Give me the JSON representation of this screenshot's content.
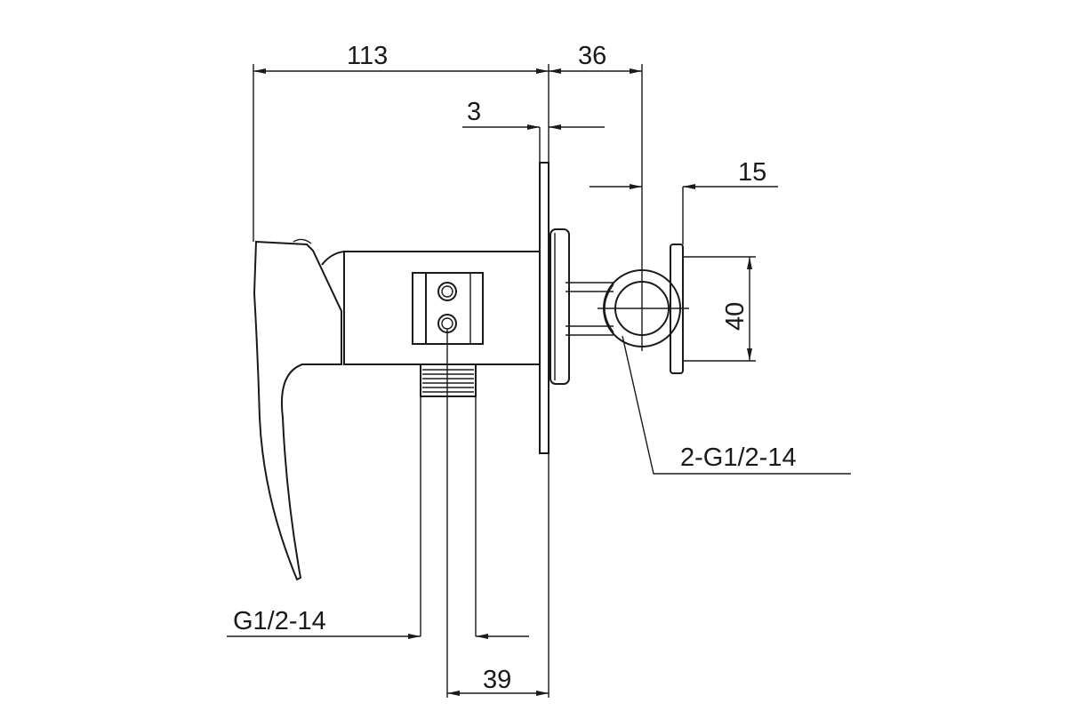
{
  "drawing": {
    "dimensions": {
      "overall_length": "113",
      "outlet_offset": "36",
      "plate_thickness": "3",
      "bracket_offset": "15",
      "bracket_height": "40",
      "inlet_offset": "39"
    },
    "thread_labels": {
      "outlet": "2-G1/2-14",
      "inlet": "G1/2-14"
    },
    "line_color": "#1a1a1a"
  }
}
